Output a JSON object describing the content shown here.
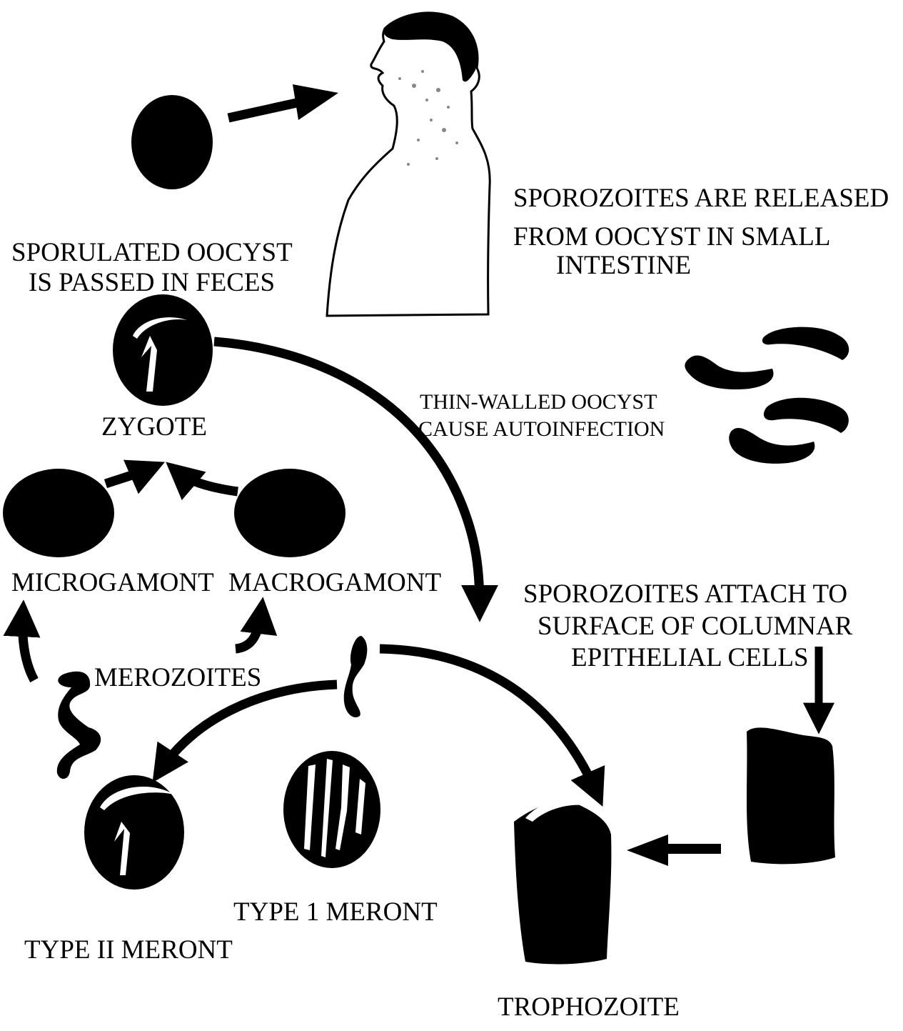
{
  "colors": {
    "ink": "#000000",
    "background": "#ffffff",
    "highlight": "#ffffff"
  },
  "labels": {
    "sporozoites_released_1": "SPOROZOITES ARE RELEASED",
    "sporozoites_released_2": "FROM OOCYST IN SMALL",
    "sporozoites_released_3": "INTESTINE",
    "sporulated_1": "SPORULATED OOCYST",
    "sporulated_2": "IS PASSED IN FECES",
    "thin_walled_1": "THIN-WALLED OOCYST",
    "thin_walled_2": "CAUSE AUTOINFECTION",
    "zygote": "ZYGOTE",
    "microgamont": "MICROGAMONT",
    "macrogamont": "MACROGAMONT",
    "attach_1": "SPOROZOITES ATTACH TO",
    "attach_2": "SURFACE OF COLUMNAR",
    "attach_3": "EPITHELIAL CELLS",
    "merozoites": "MEROZOITES",
    "type1": "TYPE 1 MERONT",
    "type2": "TYPE II MERONT",
    "trophozoite": "TROPHOZOITE"
  }
}
